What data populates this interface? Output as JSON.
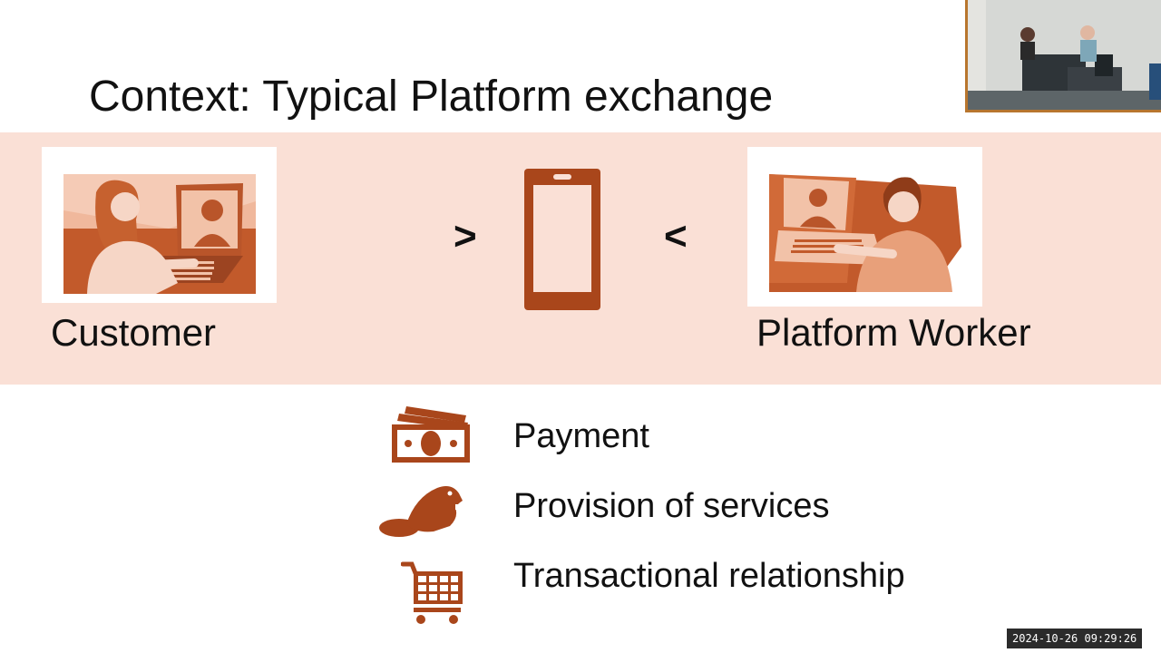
{
  "slide": {
    "title": "Context: Typical Platform exchange",
    "left_party": "Customer",
    "right_party": "Platform Worker",
    "arrow_left": ">",
    "arrow_right": "<",
    "items": [
      {
        "label": "Payment",
        "icon": "money-icon"
      },
      {
        "label": "Provision of services",
        "icon": "beaver-icon"
      },
      {
        "label": "Transactional relationship",
        "icon": "shopping-cart-icon"
      }
    ]
  },
  "overlay": {
    "timestamp": "2024-10-26  09:29:26"
  },
  "colors": {
    "accent": "#a9461b",
    "band": "#fae0d6",
    "text": "#111111"
  }
}
